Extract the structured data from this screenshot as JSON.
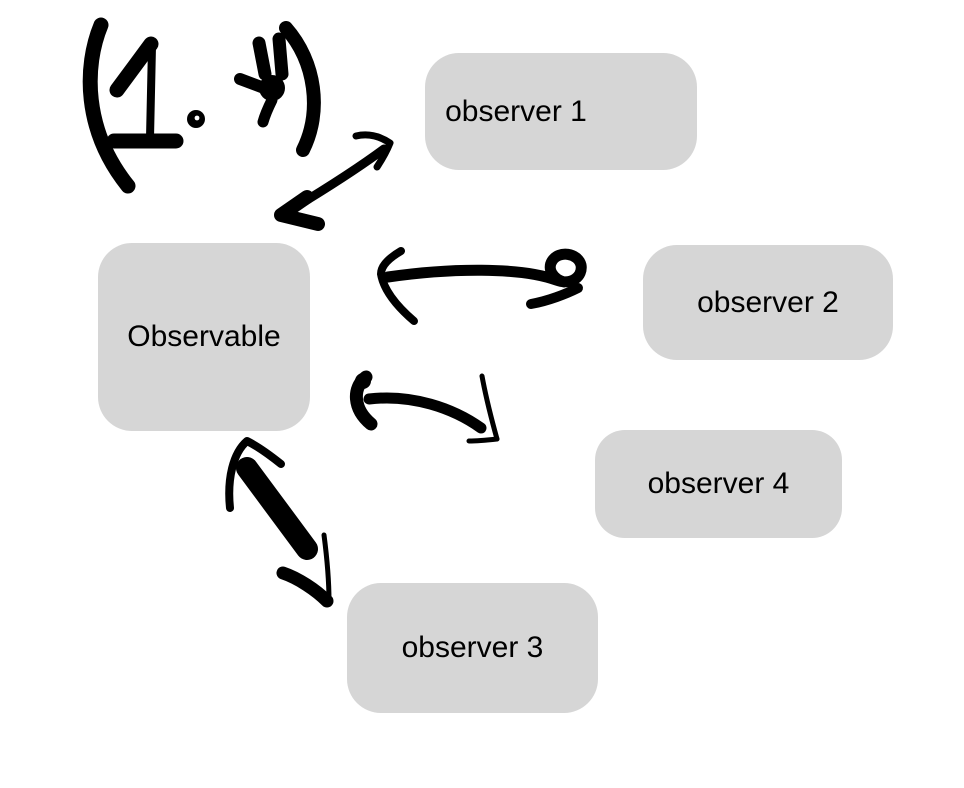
{
  "colors": {
    "background": "#ffffff",
    "node_fill": "#d6d6d6",
    "node_text": "#000000",
    "ink": "#000000"
  },
  "diagram": {
    "annotation": "(1. *)",
    "nodes": [
      {
        "id": "observable",
        "label": "Observable"
      },
      {
        "id": "observer-1",
        "label": "observer 1"
      },
      {
        "id": "observer-2",
        "label": "observer 2"
      },
      {
        "id": "observer-3",
        "label": "observer 3"
      },
      {
        "id": "observer-4",
        "label": "observer 4"
      }
    ],
    "edges": [
      {
        "from": "observable",
        "to": "observer-1",
        "direction": "bidirectional",
        "style": "hand-drawn"
      },
      {
        "from": "observable",
        "to": "observer-2",
        "direction": "bidirectional",
        "style": "hand-drawn"
      },
      {
        "from": "observable",
        "to": "observer-3",
        "direction": "bidirectional",
        "style": "hand-drawn"
      },
      {
        "from": "observable",
        "to": "observer-4",
        "direction": "bidirectional",
        "style": "hand-drawn"
      }
    ]
  }
}
